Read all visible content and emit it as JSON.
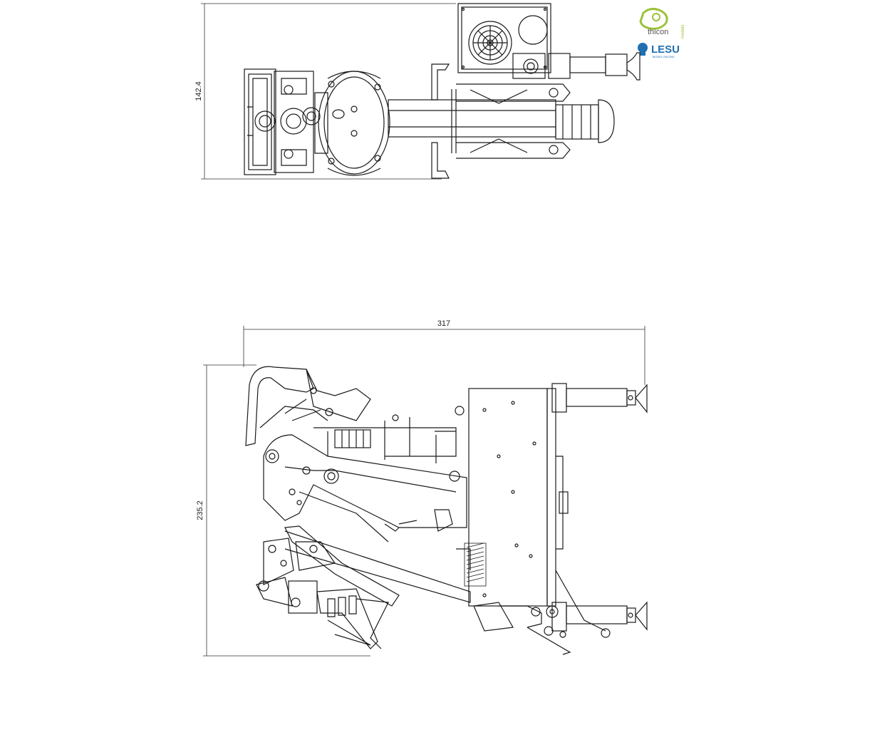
{
  "dimensions": {
    "top_height": "142.4",
    "bottom_length": "317",
    "bottom_height": "235.2"
  },
  "branding": {
    "thicon_logo_text": "thicon",
    "thicon_logo_sub": "models",
    "lesu_logo_text": "LESU",
    "lesu_logo_sub": "MODEL RACING"
  },
  "colors": {
    "line": "#1a1a1a",
    "dim_line": "#333333",
    "thicon_green": "#9cc23a",
    "lesu_blue": "#1f6fb2"
  }
}
